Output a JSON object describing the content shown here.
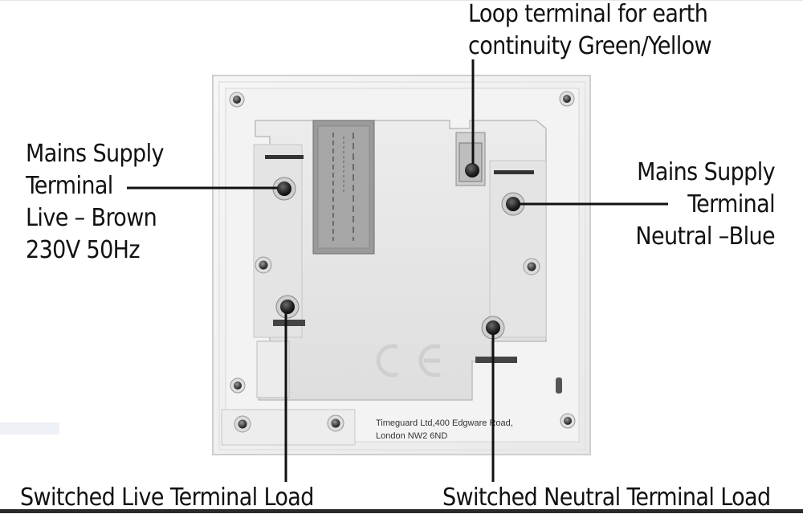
{
  "callouts": {
    "earth": {
      "lines": [
        "Loop terminal for earth",
        "continuity Green/Yellow"
      ]
    },
    "mains_live": {
      "lines": [
        "Mains Supply",
        "Terminal",
        "Live – Brown",
        "230V 50Hz"
      ]
    },
    "mains_neutral": {
      "lines": [
        "Mains Supply",
        "Terminal",
        "Neutral –Blue"
      ]
    },
    "switched_live": {
      "label": "Switched Live Terminal Load"
    },
    "switched_neutral": {
      "label": "Switched Neutral Terminal Load"
    }
  },
  "plate": {
    "address_lines": [
      "Timeguard Ltd,400 Edgware Road,",
      "London NW2 6ND"
    ]
  },
  "colors": {
    "plate": "#f2f2f2",
    "frame": "#dcdcdc",
    "body": "#e6e6e6",
    "label_panel": "#9a9a9a",
    "leader_line": "#111111"
  }
}
